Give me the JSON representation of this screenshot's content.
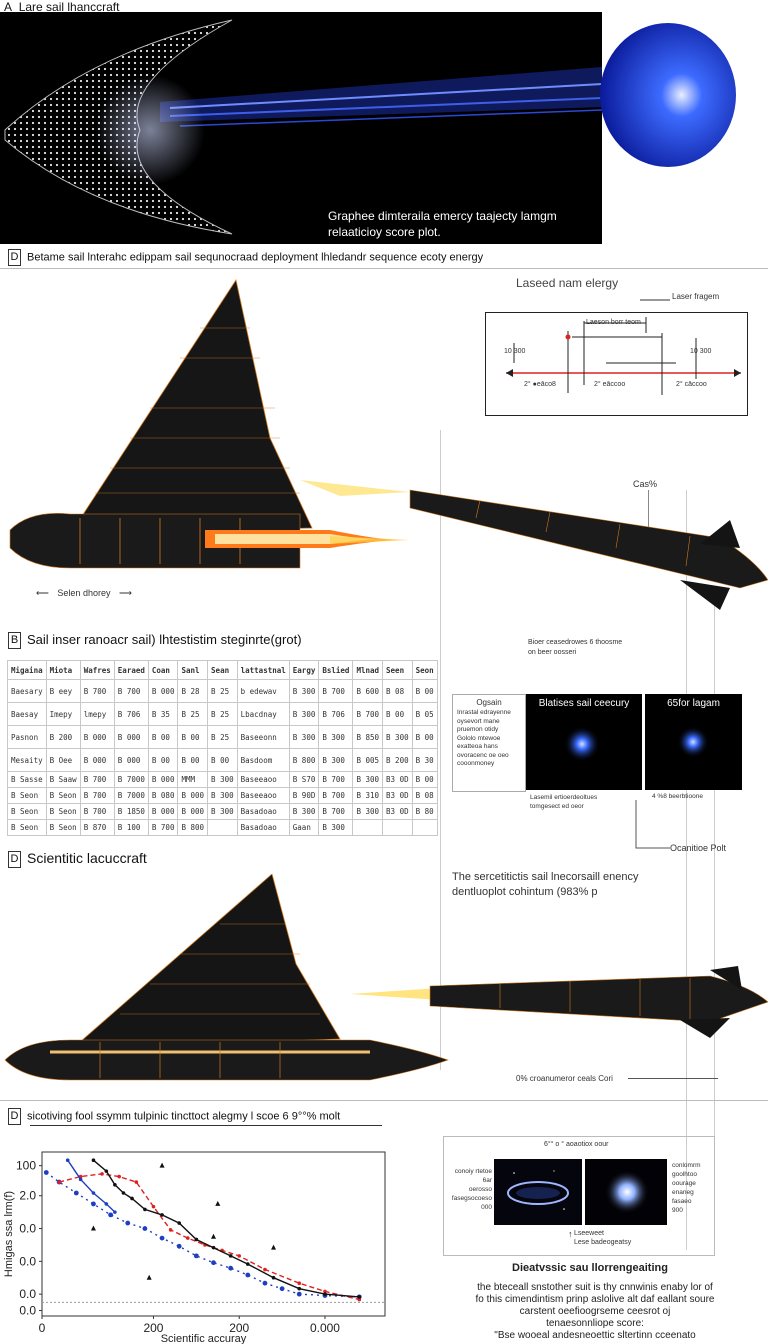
{
  "panel_a": {
    "label": "A",
    "title": "Lare sail lhanccraft",
    "caption_line1": "Graphee dimteraila emercy taajecty lamgm",
    "caption_line2": "relaaticioy score plot."
  },
  "panel_b_header": {
    "label": "D",
    "title": "Betame sail lnterahc edippam sail sequnocraad deployment lhledandr sequence ecoty energy"
  },
  "laser_diagram": {
    "title": "Laseed nam elergy",
    "callout_label": "Laser fragem",
    "inner_label": "Laeson borr teom",
    "left_tick_top": "10 300",
    "right_tick_top": "10 300",
    "bottom_ticks": [
      "2° ●eāco8",
      "2° eāccoo",
      "2° cāccoo"
    ]
  },
  "craft_top": {
    "annotation": "Cas%",
    "arrow_label": "Selen dhorey"
  },
  "panel_c": {
    "label": "B",
    "title": "Sail inser ranoacr sail) lhtestistim steginrte(grot)"
  },
  "table": {
    "headers": [
      "Migaina",
      "Miota",
      "Wafres",
      "Earaed",
      "Coan",
      "Sanl",
      "Sean",
      "lattastnal",
      "Eargy",
      "Bslied",
      "Mlnad",
      "Seen",
      "Seon"
    ],
    "rows": [
      [
        "Baesary",
        "B eey",
        "B 700",
        "B 700",
        "B 000",
        "B 28",
        "B 25",
        "b edewav",
        "B 300",
        "B 700",
        "B 600",
        "B 08",
        "B 00"
      ],
      [
        "Baesay",
        "Imepy",
        "lmepy",
        "B 706",
        "B 35",
        "B 25",
        "B 25",
        "Lbacdnay",
        "B 300",
        "B 706",
        "B 700",
        "B 00",
        "B 05"
      ],
      [
        "Pasnon",
        "B 200",
        "B 000",
        "B 000",
        "B 00",
        "B 00",
        "B 25",
        "Baseeonn",
        "B 300",
        "B 300",
        "B 850",
        "B 300",
        "B 00"
      ],
      [
        "Mesaity",
        "B Oee",
        "B 000",
        "B 000",
        "B 00",
        "B 00",
        "B 00",
        "Basdoom",
        "B 800",
        "B 300",
        "B 005",
        "B 200",
        "B 30"
      ],
      [
        "B Sasse",
        "B Saaw",
        "B 700",
        "B 7000",
        "B 000",
        "MMM",
        "B 300",
        "Baseeaoo",
        "B S70",
        "B 700",
        "B 300",
        "B3 0D",
        "B 00"
      ],
      [
        "B Seon",
        "B Seon",
        "B 700",
        "B 7000",
        "B 080",
        "B 000",
        "B 300",
        "Baseeaoo",
        "B 90D",
        "B 700",
        "B 310",
        "B3 0D",
        "B 08"
      ],
      [
        "B Seon",
        "B Seon",
        "B 700",
        "B 1850",
        "B 000",
        "B 000",
        "B 300",
        "Basadoao",
        "B 300",
        "B 700",
        "B 300",
        "B3 0D",
        "B 80"
      ],
      [
        "B Seon",
        "B Seon",
        "B 870",
        "B 100",
        "B 700",
        "B 800",
        "",
        "Basadoao",
        "Gaan",
        "B 300",
        "",
        "",
        ""
      ]
    ]
  },
  "spectra": {
    "note_line1": "Bioer ceasedrowes 6 thoosme",
    "note_line2": "on beer oosseri",
    "left_title": "Ogsain",
    "left_body": [
      "Inrastal edrayenne",
      "oysevort mane",
      "pruemon otidy",
      "Gololo mtewoe",
      "exatteoa hans",
      "ovoracenc oe oeo",
      "cooonmoney"
    ],
    "card1_title": "Blatises sail ceecury",
    "card2_title": "65for lagam",
    "card1_caption_line1": "Lasemil ertioerdeoltues",
    "card1_caption_line2": "tomgesect ed oeor",
    "card2_caption": "4 %8 beerbtioone",
    "callout": "Ocanitioe Polt"
  },
  "panel_d": {
    "label": "D",
    "title": "Scientitic lacuccraft",
    "description_line1": "The sercetitictis sail lnecorsaill enency",
    "description_line2": "dentluoplot cohintum (983% p",
    "craft_note": "0% croanumeror ceals Cori"
  },
  "panel_e": {
    "label": "D",
    "title": "sicotiving fool ssymm tulpinic tincttoct alegmy l scoe 6 9°°% molt"
  },
  "chart_data": {
    "type": "line",
    "title": "",
    "xlabel": "Scientific accuray",
    "ylabel": "Hmigas ssa lrm(f)",
    "x_tick_labels": [
      "0",
      "200",
      "200",
      "0.000"
    ],
    "y_tick_labels": [
      "100",
      "2.0",
      "0.0",
      "0.0",
      "0.0",
      "0.0"
    ],
    "xlim": [
      0,
      400
    ],
    "ylim": [
      -10,
      110
    ],
    "grid": false,
    "legend": "none",
    "series": [
      {
        "color": "#1e3fbf",
        "style": "dotted",
        "values": [
          [
            5,
            95
          ],
          [
            20,
            88
          ],
          [
            40,
            80
          ],
          [
            60,
            72
          ],
          [
            80,
            64
          ],
          [
            100,
            58
          ],
          [
            120,
            54
          ],
          [
            140,
            47
          ],
          [
            160,
            41
          ],
          [
            180,
            34
          ],
          [
            200,
            29
          ],
          [
            220,
            25
          ],
          [
            240,
            20
          ],
          [
            260,
            14
          ],
          [
            280,
            10
          ],
          [
            300,
            6
          ],
          [
            330,
            5
          ],
          [
            370,
            4
          ]
        ]
      },
      {
        "color": "#e02020",
        "style": "dashed",
        "values": [
          [
            20,
            88
          ],
          [
            45,
            92
          ],
          [
            70,
            94
          ],
          [
            90,
            92
          ],
          [
            110,
            88
          ],
          [
            130,
            70
          ],
          [
            150,
            53
          ],
          [
            170,
            47
          ],
          [
            190,
            42
          ],
          [
            210,
            38
          ],
          [
            230,
            34
          ],
          [
            260,
            24
          ],
          [
            300,
            14
          ],
          [
            330,
            8
          ],
          [
            370,
            2
          ]
        ]
      },
      {
        "color": "#111111",
        "style": "solid",
        "values": [
          [
            60,
            104
          ],
          [
            75,
            96
          ],
          [
            85,
            86
          ],
          [
            95,
            80
          ],
          [
            105,
            76
          ],
          [
            120,
            68
          ],
          [
            140,
            64
          ],
          [
            160,
            58
          ],
          [
            180,
            46
          ],
          [
            200,
            40
          ],
          [
            220,
            34
          ],
          [
            240,
            28
          ],
          [
            270,
            18
          ],
          [
            300,
            10
          ],
          [
            330,
            6
          ],
          [
            370,
            4
          ]
        ]
      },
      {
        "color": "#1e3fbf",
        "style": "solid",
        "values": [
          [
            30,
            104
          ],
          [
            45,
            90
          ],
          [
            60,
            80
          ],
          [
            75,
            72
          ],
          [
            85,
            66
          ]
        ]
      }
    ],
    "scatter_points": [
      [
        140,
        100
      ],
      [
        205,
        72
      ],
      [
        270,
        40
      ],
      [
        200,
        48
      ],
      [
        60,
        54
      ],
      [
        125,
        18
      ]
    ]
  },
  "image_insets": {
    "header": "6°° o ° aoaotiox oour",
    "left_labels": [
      "conoiy rtetoe",
      "6ar",
      "oerosso",
      "fasegsocoeso",
      "000"
    ],
    "right_labels": [
      "conlomrm",
      "goolhtoo",
      "oourage",
      "enaneg",
      "fasaeo",
      "900"
    ],
    "legend_line1": "Lseeweet",
    "legend_line2": "Lese badeogeatsy"
  },
  "discussion": {
    "title": "Dieatvssic sau llorrengeaiting",
    "lines": [
      "the bteceall snstother suit is thy cnnwinis enaby lor of",
      "fo this cimendintism prinp aslolive alt daf eallant soure",
      "carstent oeefioogrseme ceesrot oj",
      "tenaesonnliope score:",
      "\"Bse wooeal andesneoettic sltertinn cceenato"
    ]
  }
}
